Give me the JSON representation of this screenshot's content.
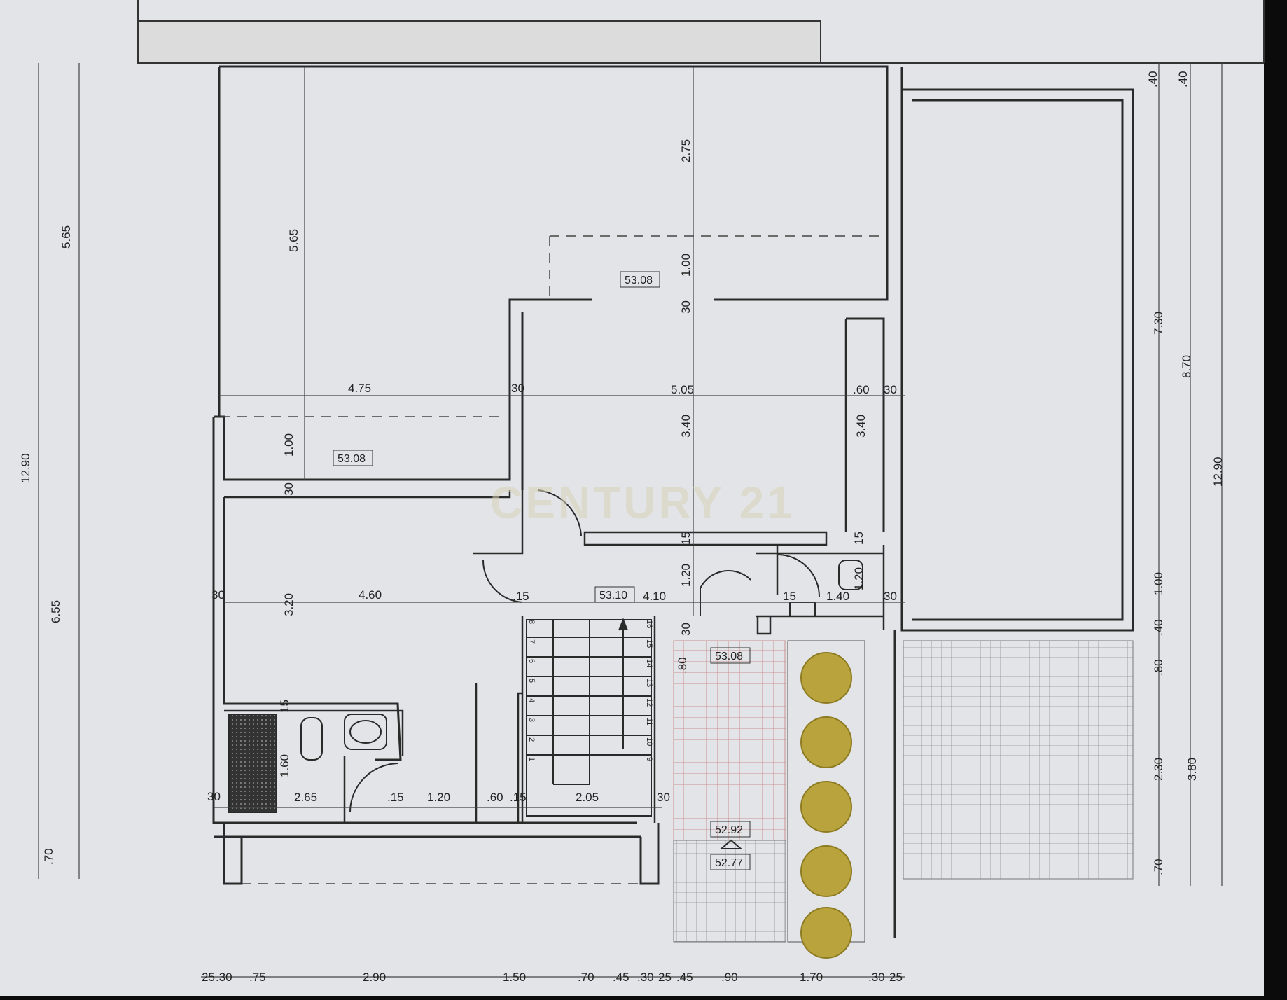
{
  "watermark": "CENTURY 21",
  "levels": {
    "top_terrace": "53.08",
    "left_terrace": "53.08",
    "hall": "53.10",
    "entry": "53.08",
    "step": "52.92",
    "outside": "52.77"
  },
  "left_dims": {
    "a": "5.65",
    "b": "12.90",
    "c": "6.55",
    "d": ".70"
  },
  "right_dims": {
    "a": ".40",
    "b": ".40",
    "c": "7.30",
    "d": "8.70",
    "e": "12.90",
    "f": "1.00",
    "g": ".40",
    "h": ".80",
    "i": "2.30",
    "j": "3.80",
    "k": ".70"
  },
  "bottom_dims": [
    "25",
    ".30",
    ".75",
    "2.90",
    "1.50",
    ".70",
    ".45",
    ".30",
    "25",
    ".45",
    ".90",
    "1.70",
    ".30",
    "25"
  ],
  "room_dims": {
    "top_room_depth": "5.65",
    "top_right_depth": "2.75",
    "top_dash": "1.00",
    "wall_30_a": "30",
    "left_width": "4.75",
    "wall_30_b": "30",
    "mid_width": "5.05",
    "side_60": ".60",
    "wall_30_c": "30",
    "left_dash": "1.00",
    "mid_depth": "3.40",
    "side_depth": "3.40",
    "wall_30_d": "30",
    "wall_15_a": "15",
    "wall_15_b": "15",
    "wall_30_e": "30",
    "room_depth": "3.20",
    "room_width": "4.60",
    "wall_15_c": ".15",
    "hall_width": "4.10",
    "hall_depth": "1.20",
    "wall_15_d": "15",
    "wc_width": "1.40",
    "wc_depth": "1.20",
    "wall_30_f": "30",
    "wall_30_g": "30",
    "entry_80": ".80",
    "wall_15_e": "15",
    "bath_depth": "1.60",
    "wall_30_h": "30",
    "bath_width": "2.65",
    "wall_15_f": ".15",
    "closet_width": "1.20",
    "wall_60": ".60",
    "wall_15_g": ".15",
    "stair_width": "2.05",
    "wall_30_i": "30"
  },
  "stair_steps": [
    "16",
    "15",
    "14",
    "13",
    "12",
    "11",
    "10",
    "9",
    "8",
    "7",
    "6",
    "5",
    "4",
    "3",
    "2",
    "1"
  ],
  "colors": {
    "sheet": "#e3e4e8",
    "line": "#2a2a2a",
    "tile": "#c98f8f",
    "grid": "#8f9096",
    "plant": "#b9a33c"
  }
}
